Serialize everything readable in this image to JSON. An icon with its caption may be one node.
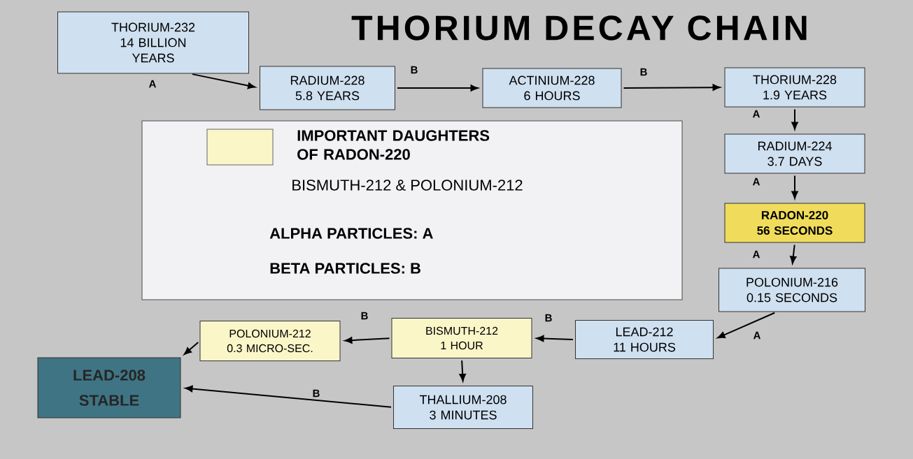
{
  "diagram": {
    "title": "THORIUM DECAY CHAIN",
    "nodes": [
      {
        "text": [
          "THORIUM-232 14 BILLION YEARS"
        ]
      },
      {
        "text": [
          "RADIUM-228 5.8 YEARS"
        ]
      },
      {
        "text": [
          "ACTINIUM-228 6 HOURS"
        ]
      },
      {
        "text": [
          "THORIUM-228 1.9 YEARS"
        ]
      },
      {
        "text": [
          "RADIUM-224 3.7 DAYS"
        ]
      },
      {
        "text": [
          "RADON-220 56 SECONDS"
        ]
      },
      {
        "text": [
          "POLONIUM-216 0.15 SECONDS"
        ]
      },
      {
        "text": [
          "POLONIUM-212 0.3 MICRO-SEC."
        ]
      },
      {
        "text": [
          "BISMUTH-212 1 HOUR"
        ]
      },
      {
        "text": [
          "LEAD-212 11 HOURS"
        ]
      },
      {
        "text": [
          "LEAD-208 STABLE"
        ]
      },
      {
        "text": [
          "THALLIUM-208 3 MINUTES"
        ]
      }
    ],
    "edges": [
      {
        "from": 0,
        "to": 1,
        "arrow": "to",
        "label": "A"
      },
      {
        "from": 1,
        "to": 2,
        "arrow": "to",
        "label": "B"
      },
      {
        "from": 2,
        "to": 3,
        "arrow": "to",
        "label": "B"
      },
      {
        "from": 3,
        "to": 4,
        "arrow": "to",
        "label": "A"
      },
      {
        "from": 4,
        "to": 5,
        "arrow": "to",
        "label": "A"
      },
      {
        "from": 5,
        "to": 6,
        "arrow": "to",
        "label": "A"
      },
      {
        "from": 6,
        "to": 9,
        "arrow": "to",
        "label": "A"
      },
      {
        "from": 9,
        "to": 8,
        "arrow": "to",
        "label": "B"
      },
      {
        "from": 8,
        "to": 7,
        "arrow": "to",
        "label": "B"
      },
      {
        "from": 7,
        "to": 10,
        "arrow": "to"
      },
      {
        "from": 8,
        "to": 11,
        "arrow": "to"
      },
      {
        "from": 11,
        "to": 10,
        "arrow": "to",
        "label": "B"
      }
    ],
    "labels": [
      "BISMUTH-212 & POLONIUM-212",
      "ALPHA PARTICLES: A",
      "BETA PARTICLES: B"
    ],
    "legend": [
      {
        "text": "IMPORTANT DAUGHTERS OF RADON-220",
        "color": "#fbf6c8"
      }
    ]
  }
}
